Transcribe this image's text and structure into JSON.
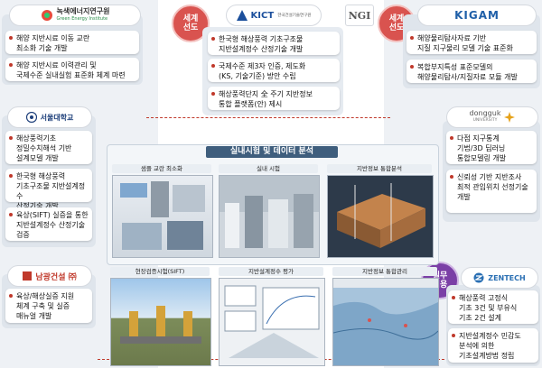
{
  "institutions": {
    "kier": {
      "name_ko": "녹색에너지연구원",
      "name_en": "Green Energy Institute"
    },
    "kict": {
      "name": "KICT",
      "sub": "한국건설기술연구원"
    },
    "ngi": {
      "name": "NGI"
    },
    "kigam": {
      "name": "KIGAM"
    },
    "snu": {
      "name": "서울대학교"
    },
    "dongguk": {
      "name": "dongguk",
      "sub": "UNIVERSITY"
    },
    "namgwang": {
      "name": "남광건설 ㈜"
    },
    "zentech": {
      "name": "ZENTECH"
    }
  },
  "badges": {
    "leader_left": [
      "세계",
      "선도"
    ],
    "leader_right": [
      "세계",
      "선도"
    ],
    "applied": [
      "실무",
      "적용"
    ]
  },
  "left_items": [
    [
      "해양 지반시료 이동 교란",
      "최소화 기술 개발"
    ],
    [
      "해양 지반시료 이력관리 및",
      "국제수준 실내실험 표준화 체계 마련"
    ]
  ],
  "kict_items": [
    [
      "한국형 해상풍력 기초구조물",
      "지반설계정수 산정기술 개발"
    ],
    [
      "국제수준 제3자 인증, 제도화",
      "(KS, 기술기준) 방안 수립"
    ],
    [
      "해상풍력단지 全 주기 지반정보",
      "통합 플랫폼(안) 제시"
    ]
  ],
  "kigam_items": [
    [
      "해양물리탐사자료 기반",
      "지질 지구물리 모델 기술 표준화"
    ],
    [
      "복합부지특성 표준모델의",
      "해양물리탐사/지질자료 모듈 개발"
    ]
  ],
  "snu_items": [
    [
      "해상풍력기초",
      "정밀수치해석 기반",
      "설계모델 개발"
    ],
    [
      "한국형 해상풍력",
      "기초구조물 지반설계정수",
      "산정기술 개발"
    ],
    [
      "육상(SIFT) 실증을 통한",
      "지반설계정수 산정기술",
      "검증"
    ]
  ],
  "dongguk_items": [
    [
      "다점 지구통계",
      "기법/3D 딥러닝",
      "통합모델링 개발"
    ],
    [
      "신뢰성 기반 지반조사",
      "최적 관입위치 선정기술",
      "개발"
    ]
  ],
  "namgwang_items": [
    [
      "육상/해상실증 지원",
      "체계 구축 및 실증",
      "매뉴얼 개발"
    ]
  ],
  "zentech_items": [
    [
      "해상풍력 고정식",
      "기초 3건 및 부유식",
      "기초 2건 설계"
    ],
    [
      "지반설계정수 민감도",
      "분석에 의한",
      "기초설계방법 정립"
    ]
  ],
  "center": {
    "title": "실내시험 및 데이터 분석",
    "sample": "샘플 교란 최소화",
    "lab": "실내 시험",
    "geo_analysis": "지반정보 통합분석",
    "sift": "현장검증시험(SIFT)",
    "param_eval": "지반설계정수 평가",
    "geo_mgmt": "지반정보 통합관리"
  },
  "colors": {
    "accent_red": "#c0392b",
    "header_blue": "#3f5e7d",
    "purple": "#7b3fa6",
    "panel": "#dfe5ec"
  }
}
